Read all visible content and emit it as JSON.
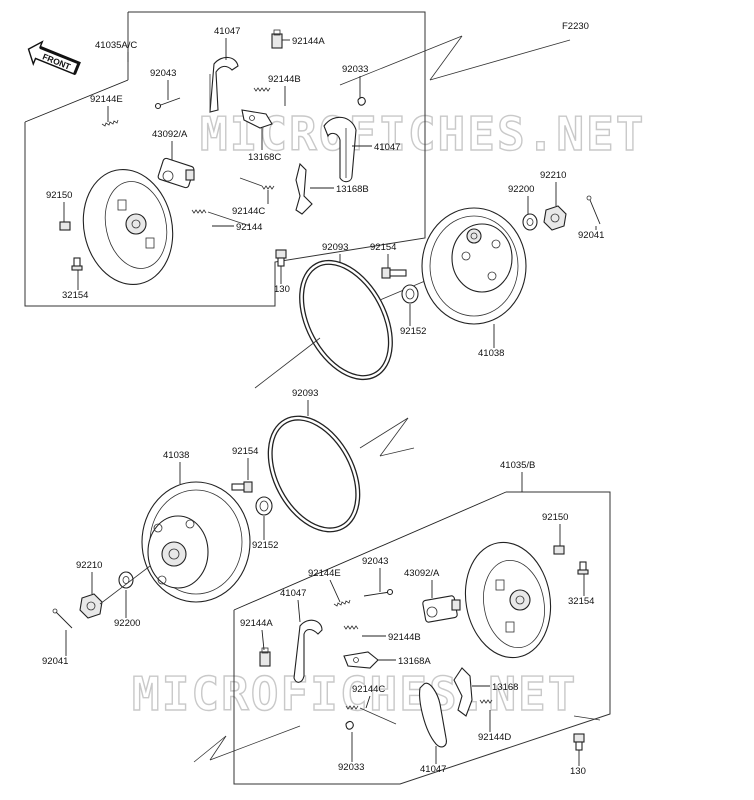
{
  "diagram_code": "F2230",
  "watermark": "MICROFICHES.NET",
  "front_label": "FRONT",
  "upper_group": {
    "assembly": "41035A/C",
    "labels": {
      "shoe_top": "41047",
      "clip_top": "92144A",
      "pin": "92043",
      "spring_b": "92144B",
      "clip_right": "92033",
      "spring_e": "92144E",
      "cylinder": "43092/A",
      "lever": "13168C",
      "shoe_right": "41047",
      "lever_b": "13168B",
      "bolt_left": "92150",
      "spring_c": "92144C",
      "spring": "92144",
      "bleeder": "32154",
      "bolt_bottom": "130"
    }
  },
  "upper_drum": {
    "oring": "92093",
    "bolt": "92154",
    "washer": "92200",
    "nut": "92210",
    "cotter": "92041",
    "seal": "92152",
    "drum": "41038"
  },
  "lower_drum": {
    "oring": "92093",
    "drum": "41038",
    "bolt": "92154",
    "seal": "92152",
    "nut": "92210",
    "washer": "92200",
    "cotter": "92041"
  },
  "lower_group": {
    "assembly": "41035/B",
    "labels": {
      "bolt_right": "92150",
      "pin": "92043",
      "spring_e": "92144E",
      "cylinder": "43092/A",
      "bleeder": "32154",
      "shoe_left": "41047",
      "clip_a": "92144A",
      "spring_b": "92144B",
      "lever_a": "13168A",
      "spring_c": "92144C",
      "lever": "13168",
      "spring_d": "92144D",
      "clip": "92033",
      "shoe_bottom": "41047",
      "bolt_bottom": "130"
    }
  }
}
